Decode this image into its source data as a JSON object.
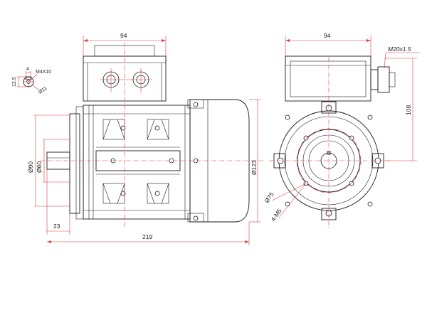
{
  "drawing": {
    "side_view": {
      "width_top": "94",
      "dia_90": "Ø90",
      "dia_60": "Ø60",
      "shaft_length": "23",
      "overall_length": "219",
      "dia_123": "Ø123"
    },
    "shaft_detail": {
      "dim_4": "4",
      "thread": "M4X10",
      "dim_12_5": "12.5",
      "dim_11": "Ø11",
      "dim_inner": "Ø11"
    },
    "front_view": {
      "width_top": "94",
      "gland": "M20x1.5",
      "height": "108",
      "dia_75": "Ø75",
      "holes": "4-M5"
    }
  }
}
